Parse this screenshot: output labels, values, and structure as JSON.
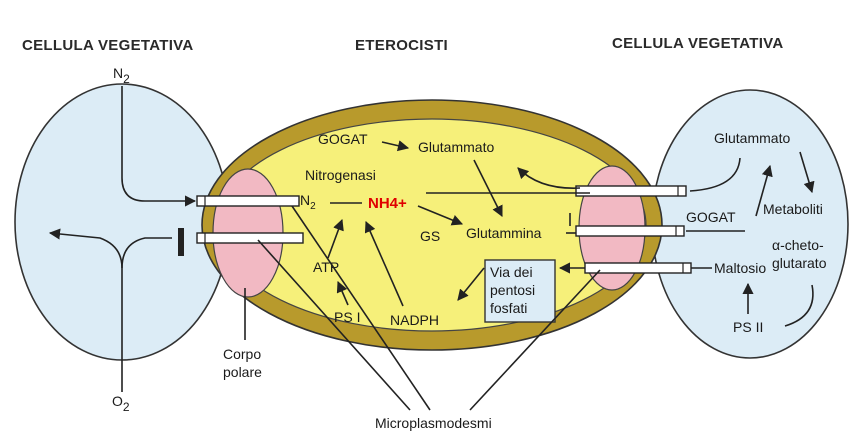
{
  "headers": {
    "left_cell": "CELLULA VEGETATIVA",
    "heterocyst": "ETEROCISTI",
    "right_cell": "CELLULA VEGETATIVA"
  },
  "labels": {
    "n2_top": "N",
    "n2_top_sub": "2",
    "o2_bottom": "O",
    "o2_bottom_sub": "2",
    "gogat_center": "GOGAT",
    "glutammato_center": "Glutammato",
    "nitrogenasi": "Nitrogenasi",
    "n2_inner": "N",
    "n2_inner_sub": "2",
    "nh4": "NH4+",
    "gs": "GS",
    "glutammina": "Glutammina",
    "atp": "ATP",
    "ps1": "PS I",
    "nadph": "NADPH",
    "via_line1": "Via dei",
    "via_line2": "pentosi",
    "via_line3": "fosfati",
    "corpo_line1": "Corpo",
    "corpo_line2": "polare",
    "microplasmodesmi": "Microplasmodesmi",
    "glutammato_right": "Glutammato",
    "metaboliti": "Metaboliti",
    "gogat_right": "GOGAT",
    "alpha_line1": "α-cheto-",
    "alpha_line2": "glutarato",
    "maltosio": "Maltosio",
    "ps2": "PS II"
  },
  "colors": {
    "vegetative_cell": "#dcecf6",
    "heterocyst_wall": "#b89a2c",
    "heterocyst_inner": "#f6f07a",
    "polar_body": "#f2b9c3",
    "via_box": "#dcecf6",
    "nh4_text": "#e00000"
  }
}
